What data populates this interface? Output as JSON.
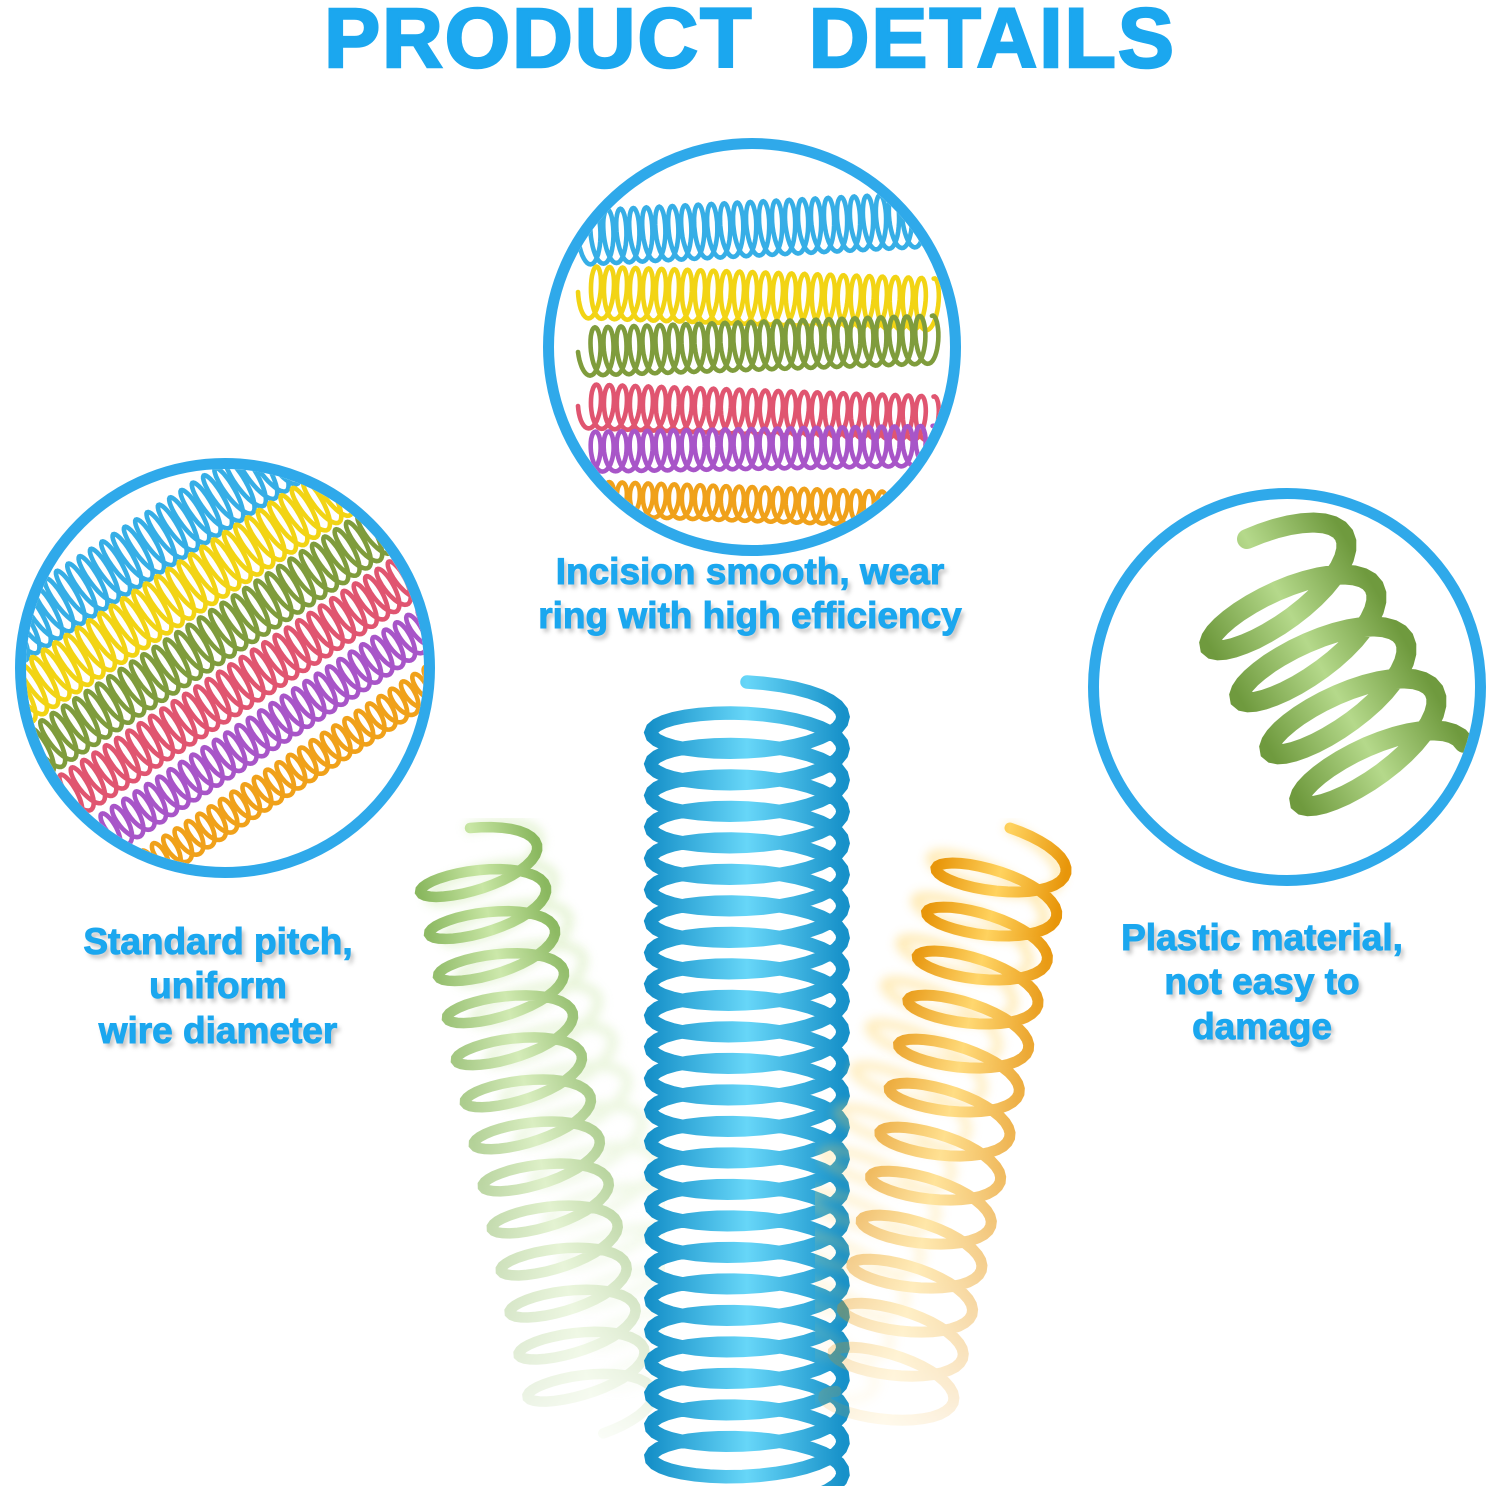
{
  "title": "PRODUCT DETAILS",
  "captions": {
    "center": {
      "lines": [
        "Incision smooth, wear",
        "ring with high efficiency"
      ]
    },
    "left": {
      "lines": [
        "Standard pitch,",
        "uniform",
        "wire diameter"
      ]
    },
    "right": {
      "lines": [
        "Plastic material,",
        "not easy to",
        "damage"
      ]
    }
  },
  "colors": {
    "accent": "#1ba7ef",
    "circle_border": "#2fa9ea",
    "coil_rows": [
      "#36aee6",
      "#f2d414",
      "#7f9c3c",
      "#e05570",
      "#a855c8",
      "#f0a11a"
    ],
    "blue_dark": "#1791c9",
    "blue_light": "#67d6f8",
    "green_dark": "#6f9a3e",
    "green_light": "#b5d98b",
    "spring_green_dark": "#8ab85f",
    "spring_green_light": "#c8e6a4",
    "spring_orange_dark": "#e8960a",
    "spring_orange_light": "#ffd25e"
  }
}
